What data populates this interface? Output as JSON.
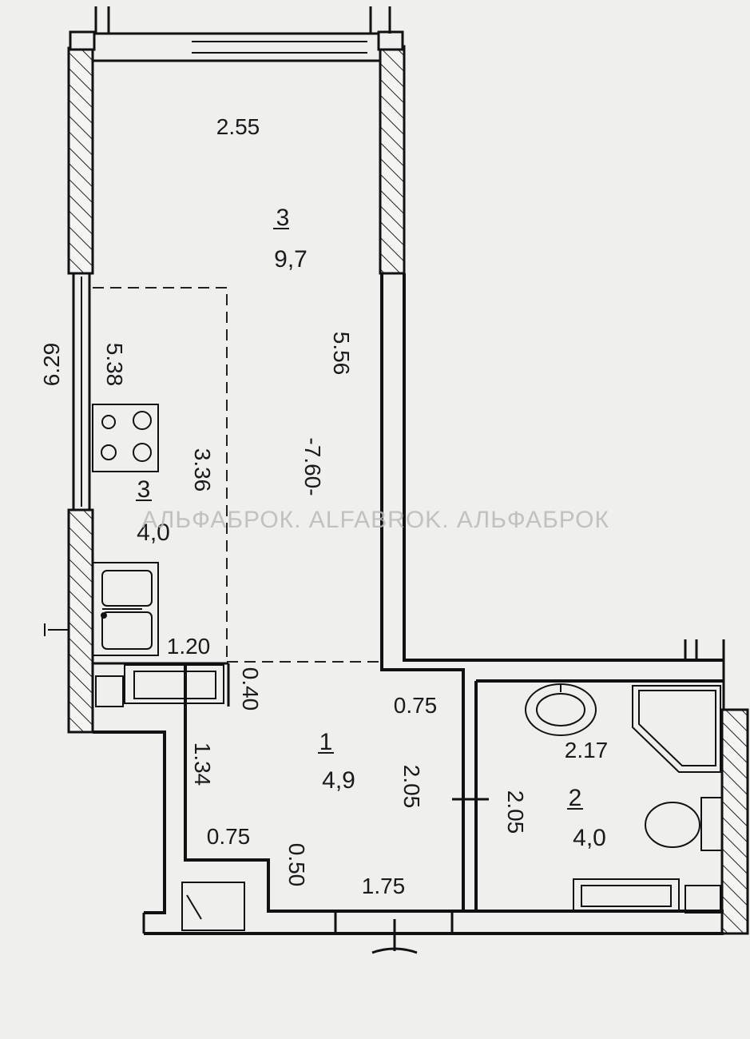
{
  "plan": {
    "rooms": [
      {
        "number": "3",
        "area": "9,7"
      },
      {
        "number": "3",
        "area": "4,0"
      },
      {
        "number": "1",
        "area": "4,9"
      },
      {
        "number": "2",
        "area": "4,0"
      }
    ],
    "dims": {
      "top_width": "2.55",
      "living_length": "5.56",
      "total_length": "-7.60-",
      "kitchen_length": "5.38",
      "kitchen_width": "3.36",
      "outer_left": "6.29",
      "kitchen_end": "1.20",
      "hall_gap": "0.40",
      "hall_right_top": "0.75",
      "hall_left": "1.34",
      "hall_height": "2.05",
      "hall_bottom_left": "0.75",
      "hall_step": "0.50",
      "hall_bottom": "1.75",
      "bath_width": "2.17",
      "bath_height": "2.05"
    },
    "watermark": "АЛЬФАБРОК. ALFABROK. АЛЬФАБРОК"
  }
}
